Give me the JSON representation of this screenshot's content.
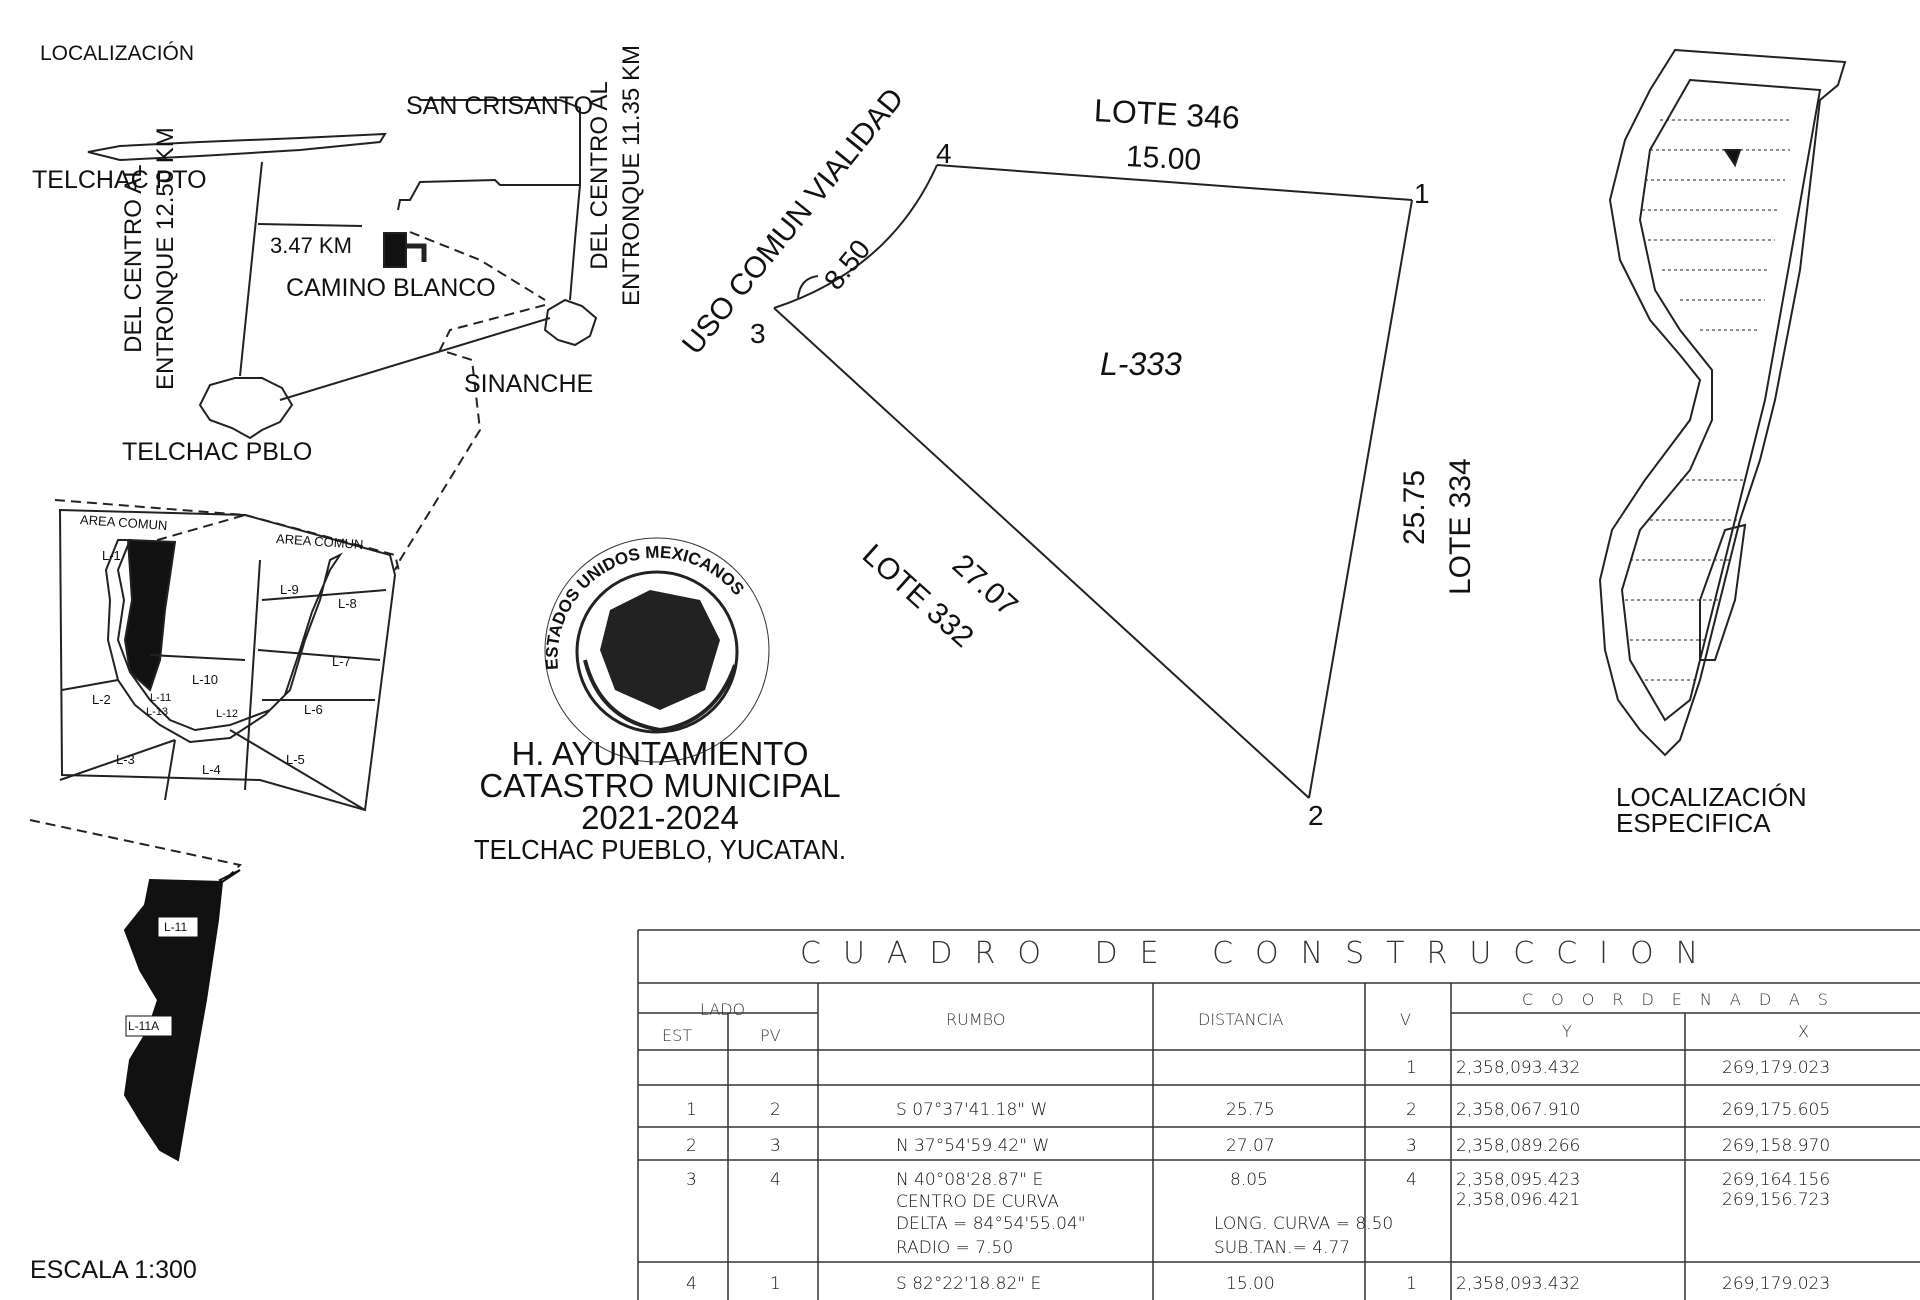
{
  "location": {
    "title": "LOCALIZACIÓN",
    "places": {
      "san_crisanto": "SAN CRISANTO",
      "telchac_pto": "TELCHAC PTO",
      "sinanche": "SINANCHE",
      "telchac_pblo": "TELCHAC PBLO",
      "camino_blanco": "CAMINO BLANCO",
      "distance_camino": "3.47 KM"
    },
    "road_left": [
      "DEL CENTRO AL",
      "ENTRONQUE 12.50 KM"
    ],
    "road_right": [
      "DEL CENTRO AL",
      "ENTRONQUE 11.35 KM"
    ]
  },
  "subdivision": {
    "area_left": "AREA COMUN",
    "area_right": "AREA COMUN",
    "lots": [
      "L-1",
      "L-2",
      "L-3",
      "L-4",
      "L-5",
      "L-6",
      "L-7",
      "L-8",
      "L-9",
      "L-10",
      "L-11",
      "L-12",
      "L-13"
    ],
    "strip_lots": [
      "L-11",
      "L-11A"
    ]
  },
  "seal": {
    "ring_text": "ESTADOS UNIDOS MEXICANOS",
    "lines": [
      "H. AYUNTAMIENTO",
      "CATASTRO MUNICIPAL",
      "2021-2024",
      "TELCHAC PUEBLO, YUCATAN."
    ]
  },
  "lot_plan": {
    "lot_name": "L-333",
    "north": "LOTE 346",
    "east": "LOTE 334",
    "southwest": "LOTE 332",
    "northwest": "USO COMUN VIALIDAD",
    "dist_top": "15.00",
    "dist_right": "25.75",
    "dist_diag": "27.07",
    "dist_curve": "8.50",
    "vertices": [
      "1",
      "2",
      "3",
      "4"
    ]
  },
  "specific": {
    "lines": [
      "LOCALIZACIÓN",
      "ESPECIFICA"
    ]
  },
  "scale": "ESCALA 1:300",
  "table": {
    "title": "CUADRO DE CONSTRUCCION",
    "headers": {
      "lado": "LADO",
      "est": "EST",
      "pv": "PV",
      "rumbo": "RUMBO",
      "distancia": "DISTANCIA",
      "v": "V",
      "coords": "COORDENADAS",
      "y": "Y",
      "x": "X"
    },
    "first_row": {
      "v": "1",
      "y": "2,358,093.432",
      "x": "269,179.023"
    },
    "rows": [
      {
        "est": "1",
        "pv": "2",
        "rumbo": "S 07°37'41.18\" W",
        "dist": "25.75",
        "v": "2",
        "y": "2,358,067.910",
        "x": "269,175.605"
      },
      {
        "est": "2",
        "pv": "3",
        "rumbo": "N 37°54'59.42\" W",
        "dist": "27.07",
        "v": "3",
        "y": "2,358,089.266",
        "x": "269,158.970"
      },
      {
        "est": "3",
        "pv": "4",
        "rumbo": "N 40°08'28.87\" E",
        "dist": "8.05",
        "v": "4",
        "y": "2,358,095.423",
        "x": "269,164.156"
      },
      {
        "est": "4",
        "pv": "1",
        "rumbo": "S 82°22'18.82\" E",
        "dist": "15.00",
        "v": "1",
        "y": "2,358,093.432",
        "x": "269,179.023"
      }
    ],
    "curve": {
      "centro": "CENTRO DE CURVA",
      "delta": "DELTA = 84°54'55.04\"",
      "radio": "RADIO = 7.50",
      "long": "LONG. CURVA = 8.50",
      "subtan": "SUB.TAN.= 4.77",
      "y": "2,358,096.421",
      "x": "269,156.723"
    }
  }
}
